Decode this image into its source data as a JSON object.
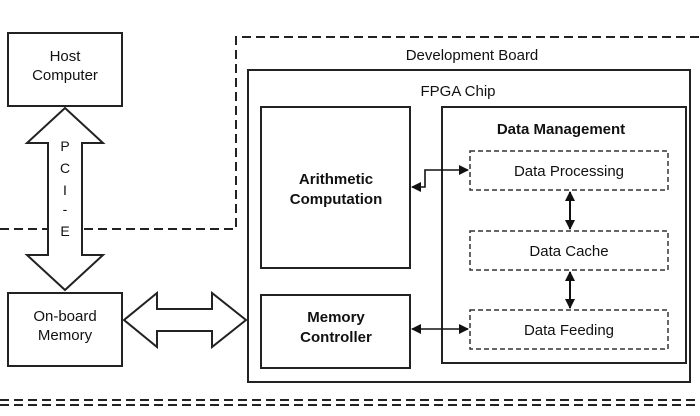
{
  "host_computer": {
    "line1": "Host",
    "line2": "Computer"
  },
  "bus": {
    "letters": [
      "P",
      "C",
      "I",
      "-",
      "E"
    ]
  },
  "onboard_memory": {
    "line1": "On-board",
    "line2": "Memory"
  },
  "development_board": {
    "label": "Development Board"
  },
  "fpga_chip": {
    "label": "FPGA Chip"
  },
  "arithmetic_computation": {
    "line1": "Arithmetic",
    "line2": "Computation"
  },
  "memory_controller": {
    "line1": "Memory",
    "line2": "Controller"
  },
  "data_management": {
    "title": "Data Management",
    "data_processing": "Data Processing",
    "data_cache": "Data Cache",
    "data_feeding": "Data Feeding"
  }
}
